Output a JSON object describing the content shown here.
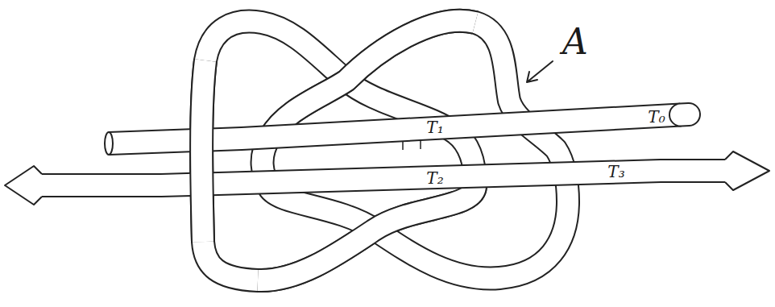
{
  "diagram": {
    "labels": [
      "A",
      "T₁",
      "T₀",
      "T₂",
      "T₃"
    ]
  }
}
